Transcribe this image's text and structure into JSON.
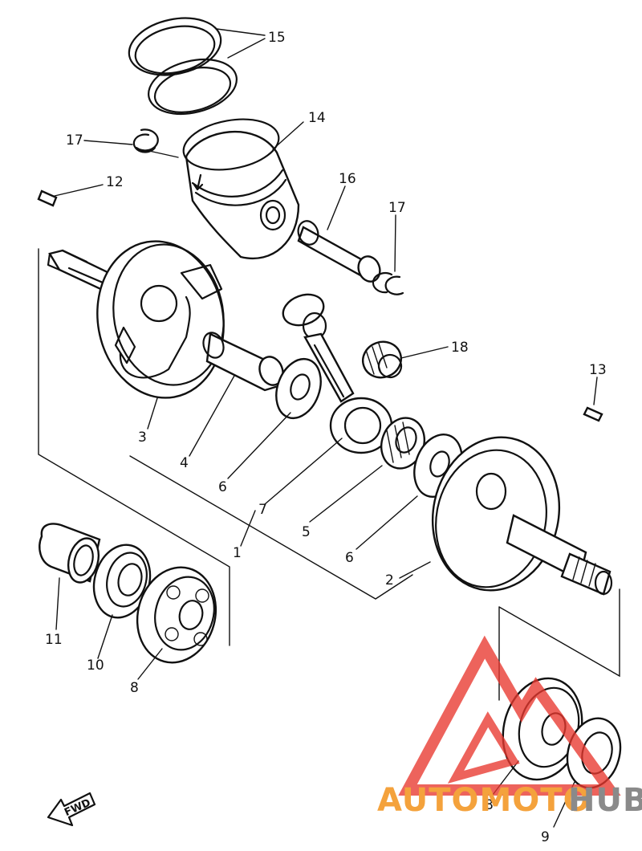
{
  "callouts": [
    "15",
    "14",
    "17",
    "12",
    "16",
    "17",
    "18",
    "13",
    "3",
    "4",
    "6",
    "7",
    "1",
    "5",
    "6",
    "2",
    "11",
    "10",
    "8",
    "8",
    "9"
  ],
  "fwd_label": "FWD",
  "watermark": {
    "text_a": "AUTOMOTO",
    "text_b": "HUB",
    "color_a": "#f4a23c",
    "color_b": "#8a8a8a",
    "logo_color": "#e8382f"
  }
}
